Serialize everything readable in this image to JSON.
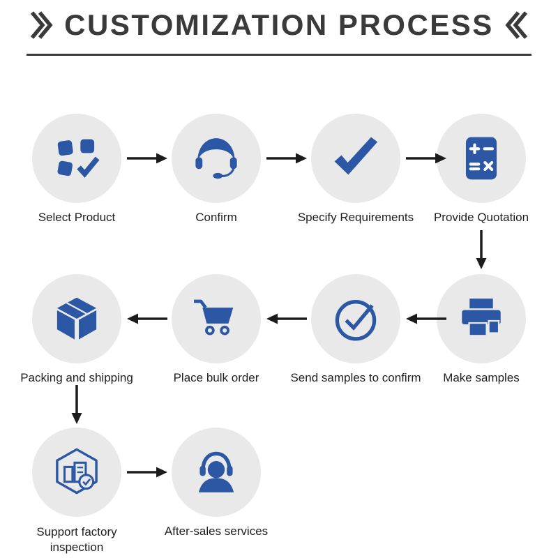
{
  "title": {
    "text": "CUSTOMIZATION PROCESS",
    "left_mark_icon": "double-chevron-right",
    "right_mark_icon": "double-chevron-left"
  },
  "colors": {
    "accent": "#2b57a5",
    "circle_bg": "#e9e9e9",
    "arrow": "#1c1c1c",
    "text": "#1f1f1f",
    "title": "#3a3a3a"
  },
  "steps": [
    {
      "label": "Select Product",
      "icon": "product-grid-check-icon"
    },
    {
      "label": "Confirm",
      "icon": "customer-service-icon"
    },
    {
      "label": "Specify Requirements",
      "icon": "checkmark-icon"
    },
    {
      "label": "Provide Quotation",
      "icon": "calculator-icon"
    },
    {
      "label": "Make samples",
      "icon": "printer-icon"
    },
    {
      "label": "Send samples to confirm",
      "icon": "circle-check-icon"
    },
    {
      "label": "Place bulk order",
      "icon": "shopping-cart-icon"
    },
    {
      "label": "Packing and shipping",
      "icon": "package-box-icon"
    },
    {
      "label": "Support factory inspection",
      "icon": "factory-inspection-icon"
    },
    {
      "label": "After-sales services",
      "icon": "headset-person-icon"
    }
  ]
}
